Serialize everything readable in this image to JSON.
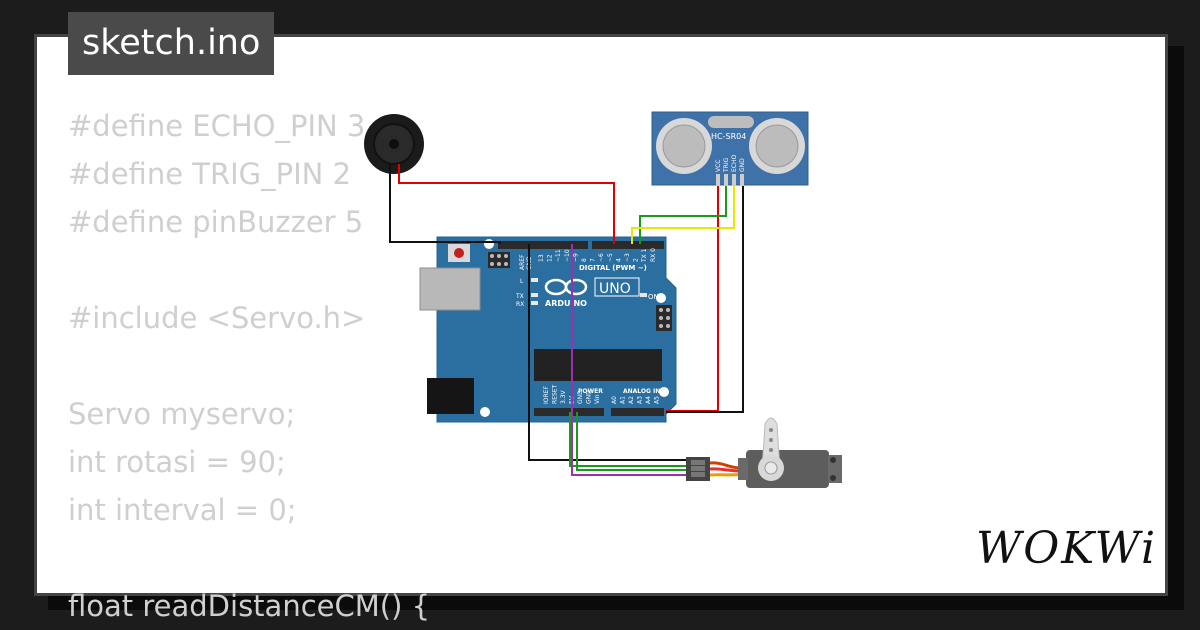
{
  "file_title": "sketch.ino",
  "code_lines": [
    "#define ECHO_PIN 3",
    "#define TRIG_PIN 2",
    "#define pinBuzzer 5",
    "",
    "#include <Servo.h>",
    "",
    "Servo myservo;",
    "int rotasi = 90;",
    "int interval = 0;",
    "",
    "float readDistanceCM() {"
  ],
  "components": {
    "buzzer": "buzzer",
    "sensor": {
      "label": "HC-SR04",
      "pins": [
        "VCC",
        "TRIG",
        "ECHO",
        "GND"
      ]
    },
    "arduino": {
      "logo": "ARDUINO",
      "model": "UNO",
      "digital_label": "DIGITAL (PWM ~)",
      "aref": "AREF",
      "gnd": "GND",
      "digital_pins": [
        "13",
        "12",
        "~11",
        "~10",
        "~9",
        "8",
        "7",
        "~6",
        "~5",
        "4",
        "~3",
        "2",
        "TX 1",
        "RX 0"
      ],
      "l_label": "L",
      "tx_label": "TX",
      "rx_label": "RX",
      "on_label": "ON",
      "power_label": "POWER",
      "analog_label": "ANALOG IN",
      "power_pins": [
        "IOREF",
        "RESET",
        "3.3V",
        "5V",
        "GND",
        "GND",
        "Vin"
      ],
      "analog_pins": [
        "A0",
        "A1",
        "A2",
        "A3",
        "A4",
        "A5"
      ]
    },
    "servo": "servo"
  },
  "wire_colors": {
    "red": "#e00000",
    "black": "#111111",
    "green": "#1a9a1a",
    "yellow": "#e8e800",
    "purple": "#9b30b0"
  },
  "brand": "WOKWi"
}
